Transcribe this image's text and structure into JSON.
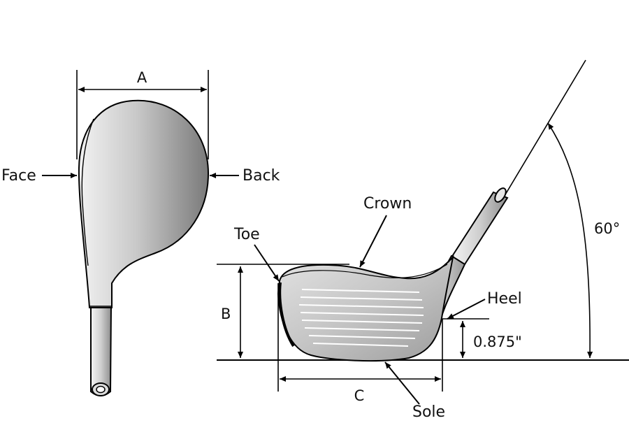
{
  "labels": {
    "dim_a": "A",
    "face": "Face",
    "back": "Back",
    "crown": "Crown",
    "toe": "Toe",
    "heel": "Heel",
    "dim_b": "B",
    "dim_c": "C",
    "sole": "Sole",
    "heel_height": "0.875\"",
    "lie_angle": "60°"
  },
  "colors": {
    "outline": "#000000",
    "head_light": "#f0f0f0",
    "head_dark": "#7a7a7a",
    "shaft_light": "#e6e6e6",
    "shaft_dark": "#9a9a9a"
  }
}
